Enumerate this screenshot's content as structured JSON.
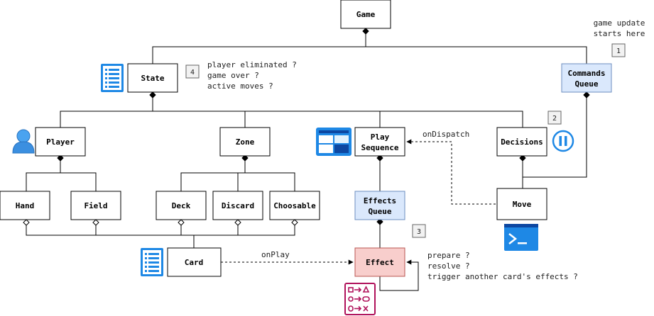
{
  "nodes": {
    "game": "Game",
    "state": "State",
    "commands_queue": [
      "Commands",
      "Queue"
    ],
    "player": "Player",
    "zone": "Zone",
    "play_sequence": [
      "Play",
      "Sequence"
    ],
    "decisions": "Decisions",
    "hand": "Hand",
    "field": "Field",
    "deck": "Deck",
    "discard": "Discard",
    "choosable": "Choosable",
    "effects_queue": [
      "Effects",
      "Queue"
    ],
    "move": "Move",
    "card": "Card",
    "effect": "Effect"
  },
  "edge_labels": {
    "on_dispatch": "onDispatch",
    "on_play": "onPlay"
  },
  "notes": {
    "game_update": [
      "game update",
      "starts here"
    ],
    "state_checks": [
      "player eliminated ?",
      "game over ?",
      "active moves ?"
    ],
    "effect_steps": [
      "prepare ?",
      "resolve ?",
      "trigger another card's effects ?"
    ]
  },
  "badges": {
    "b1": "1",
    "b2": "2",
    "b3": "3",
    "b4": "4"
  },
  "icons": {
    "state": "list-icon",
    "player": "user-icon",
    "play_sequence": "layout-icon",
    "decisions": "pause-icon",
    "move": "terminal-icon",
    "card": "list-icon",
    "effect": "logic-icon"
  },
  "colors": {
    "queue_fill": "#dae8fc",
    "queue_stroke": "#6c8ebf",
    "effect_fill": "#f8cecc",
    "effect_stroke": "#b85450",
    "icon_blue": "#1e88e5",
    "icon_pink": "#b0125b"
  }
}
